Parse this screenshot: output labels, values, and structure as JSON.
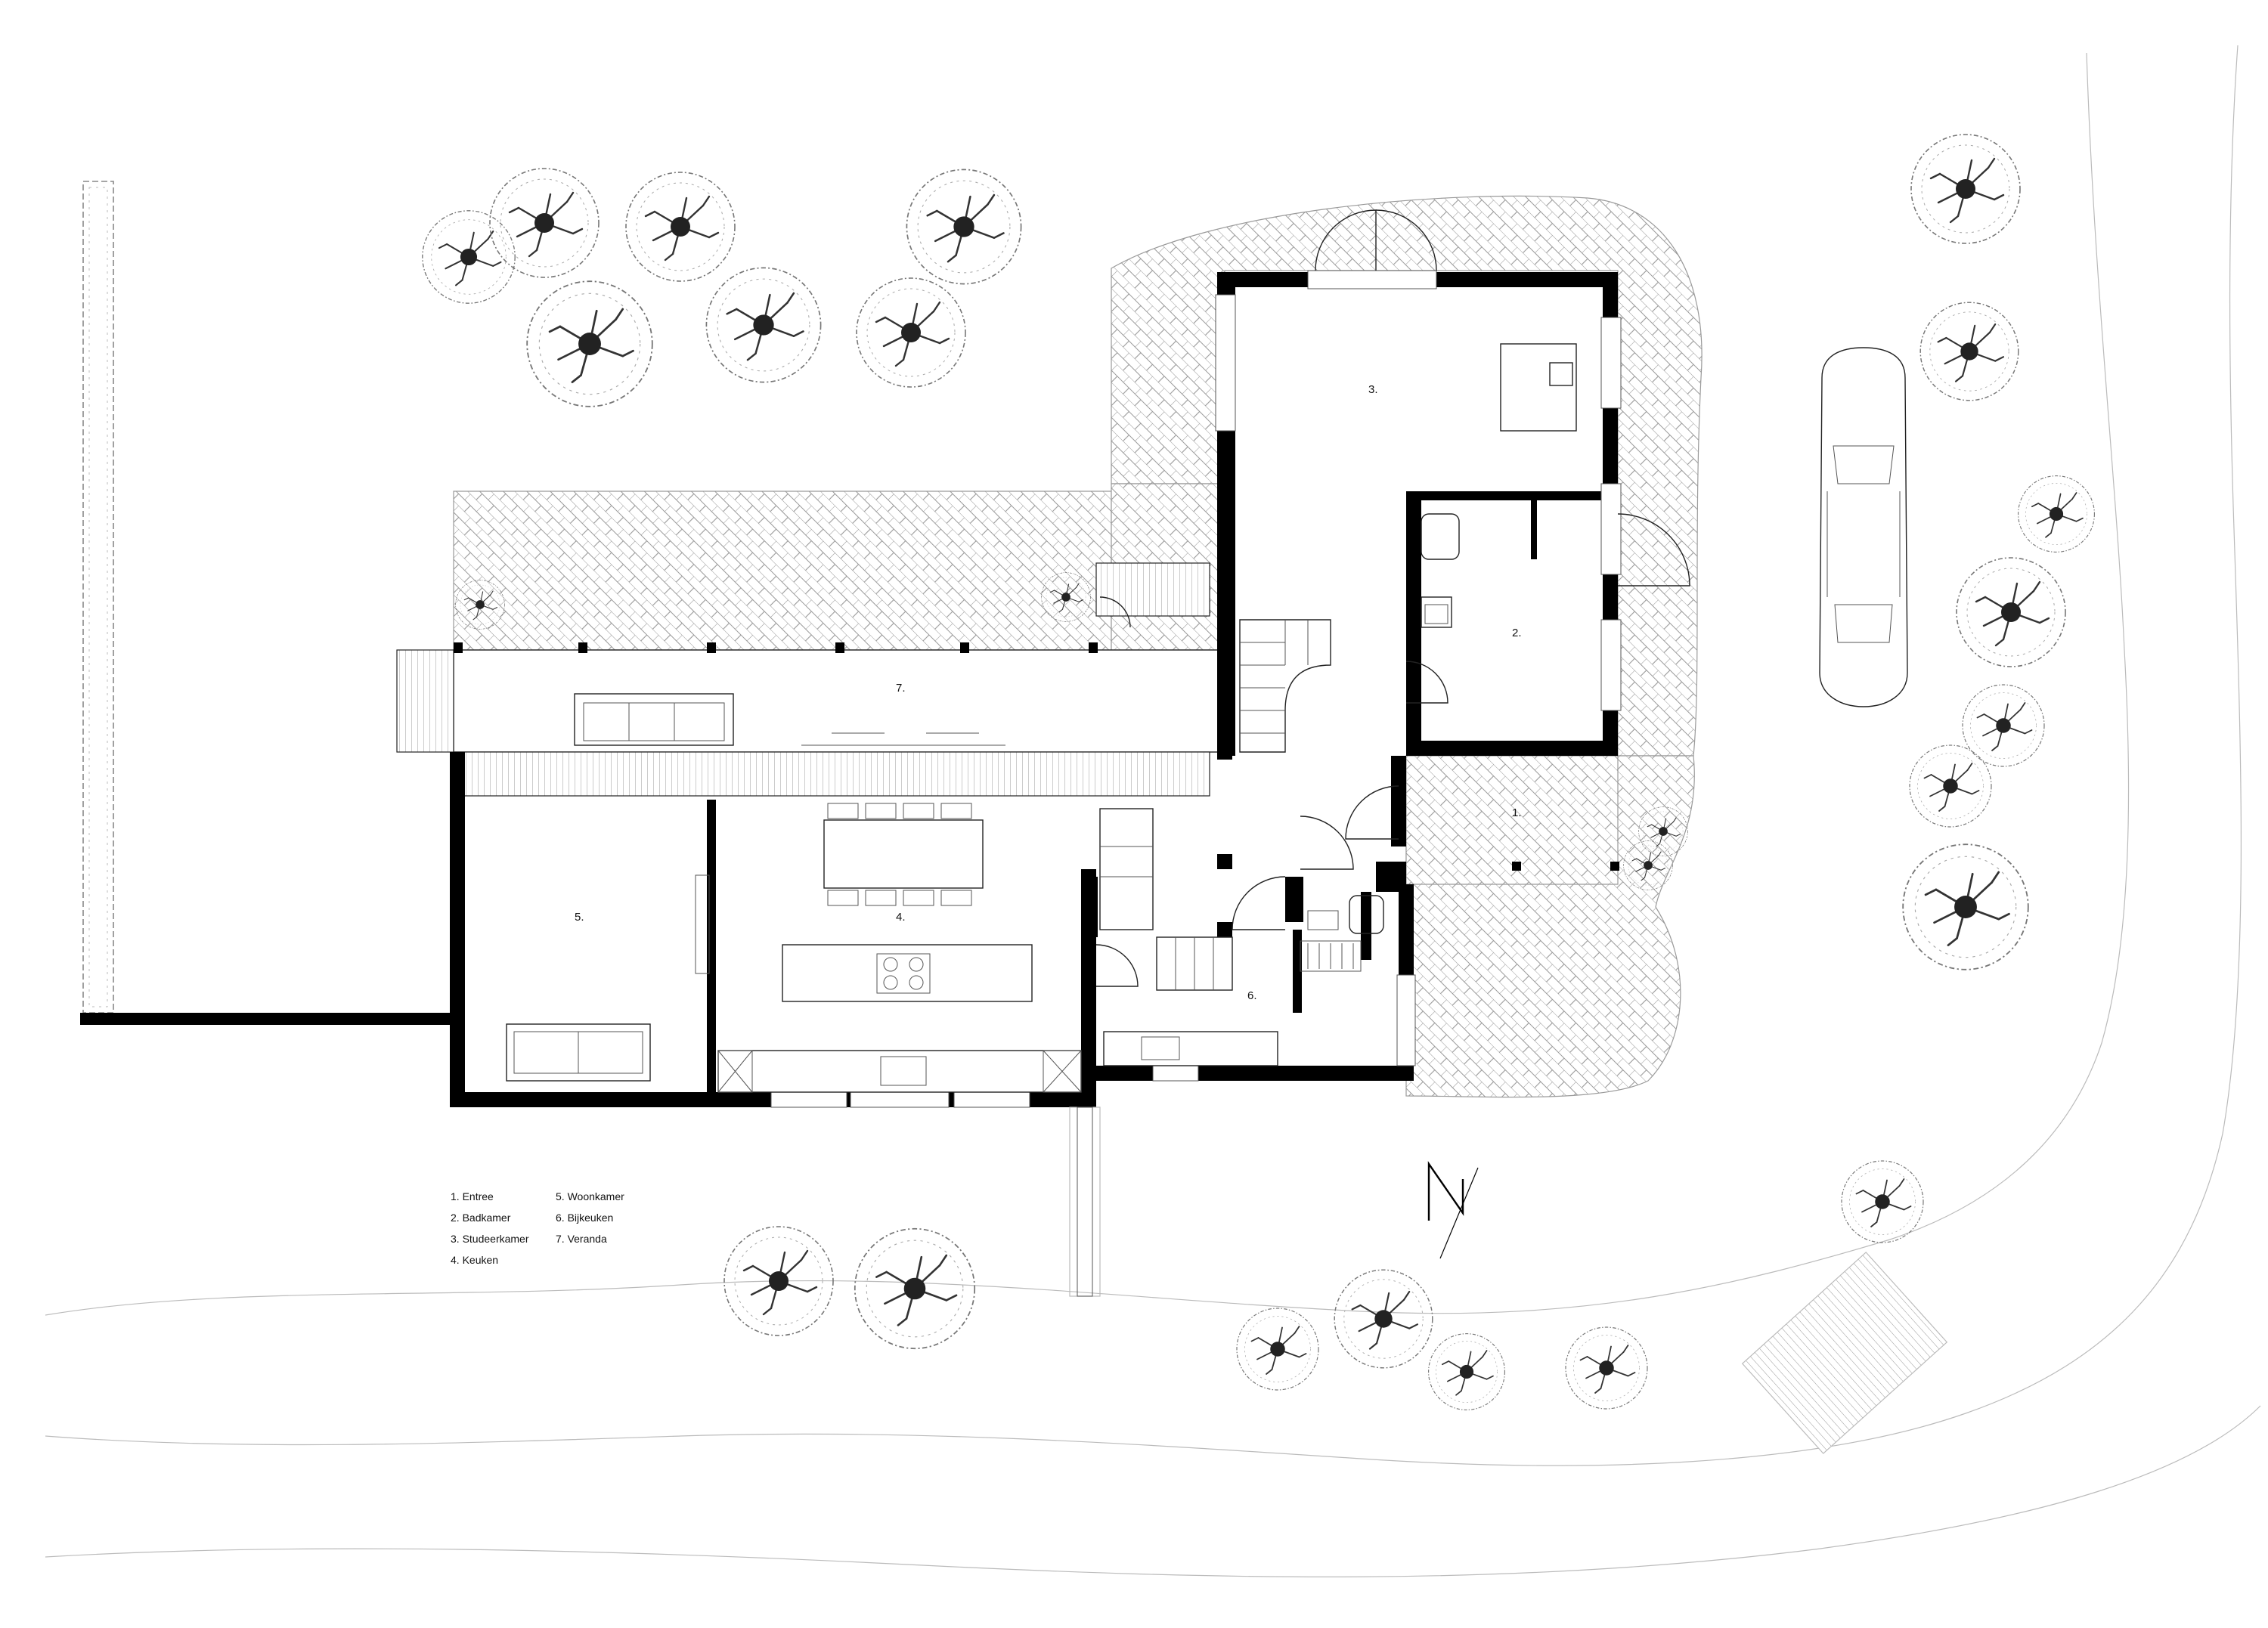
{
  "rooms": {
    "entree": "1.",
    "badkamer": "2.",
    "studeerkamer": "3.",
    "keuken": "4.",
    "woonkamer": "5.",
    "bijkeuken": "6.",
    "veranda": "7."
  },
  "legend": {
    "col1": [
      "1. Entree",
      "2. Badkamer",
      "3. Studeerkamer",
      "4. Keuken"
    ],
    "col2": [
      "5. Woonkamer",
      "6. Bijkeuken",
      "7. Veranda"
    ]
  },
  "icons": {
    "north": "north-arrow-icon",
    "tree": "tree-icon",
    "car": "car-icon"
  },
  "colors": {
    "walls": "#000000",
    "background": "#ffffff",
    "paving": "#9a9a9a"
  }
}
